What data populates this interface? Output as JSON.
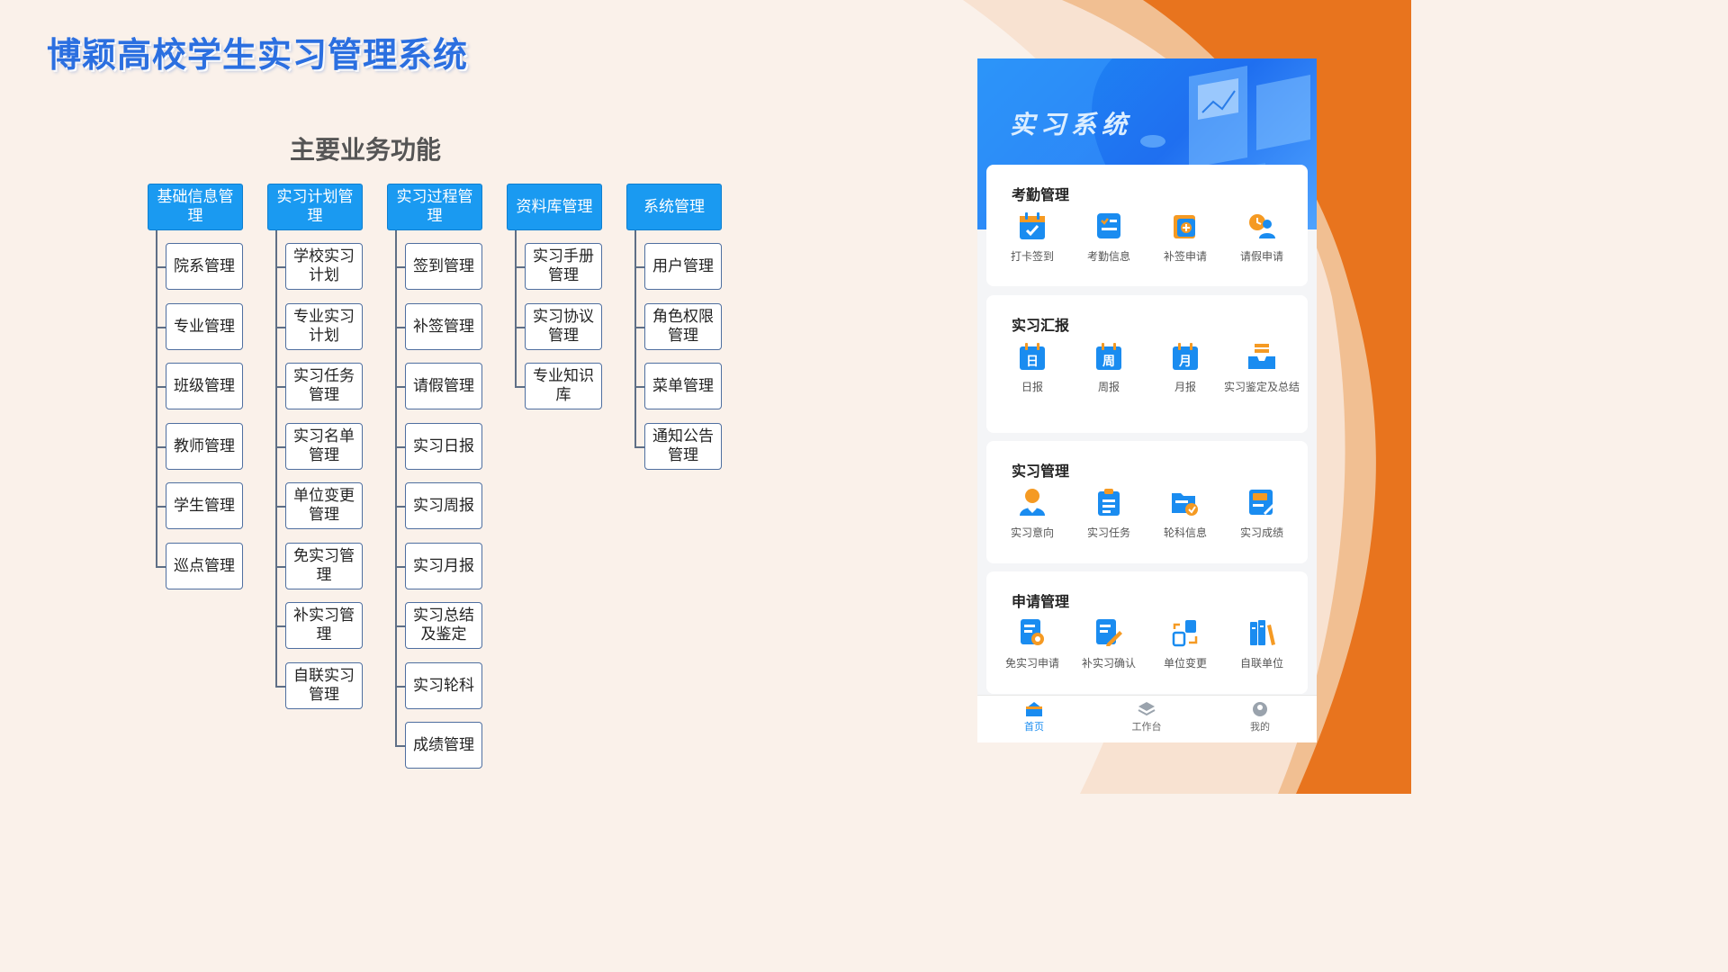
{
  "page": {
    "title": "博颖高校学生实习管理系统",
    "subtitle": "主要业务功能"
  },
  "tree": [
    {
      "head": "基础信息管理",
      "items": [
        "院系管理",
        "专业管理",
        "班级管理",
        "教师管理",
        "学生管理",
        "巡点管理"
      ]
    },
    {
      "head": "实习计划管理",
      "items": [
        "学校实习计划",
        "专业实习计划",
        "实习任务管理",
        "实习名单管理",
        "单位变更管理",
        "免实习管理",
        "补实习管理",
        "自联实习管理"
      ]
    },
    {
      "head": "实习过程管理",
      "items": [
        "签到管理",
        "补签管理",
        "请假管理",
        "实习日报",
        "实习周报",
        "实习月报",
        "实习总结及鉴定",
        "实习轮科",
        "成绩管理"
      ]
    },
    {
      "head": "资料库管理",
      "items": [
        "实习手册管理",
        "实习协议管理",
        "专业知识库"
      ]
    },
    {
      "head": "系统管理",
      "items": [
        "用户管理",
        "角色权限管理",
        "菜单管理",
        "通知公告管理"
      ]
    }
  ],
  "phone": {
    "banner_title": "实习系统",
    "sections": [
      {
        "title": "考勤管理",
        "items": [
          {
            "label": "打卡签到",
            "icon": "calendar-check-icon"
          },
          {
            "label": "考勤信息",
            "icon": "checklist-icon"
          },
          {
            "label": "补签申请",
            "icon": "add-document-icon"
          },
          {
            "label": "请假申请",
            "icon": "person-clock-icon"
          }
        ]
      },
      {
        "title": "实习汇报",
        "items": [
          {
            "label": "日报",
            "icon": "calendar-day-icon",
            "glyph": "日"
          },
          {
            "label": "周报",
            "icon": "calendar-week-icon",
            "glyph": "周"
          },
          {
            "label": "月报",
            "icon": "calendar-month-icon",
            "glyph": "月"
          },
          {
            "label": "实习鉴定及总结",
            "icon": "inbox-tray-icon"
          }
        ]
      },
      {
        "title": "实习管理",
        "items": [
          {
            "label": "实习意向",
            "icon": "person-heart-icon"
          },
          {
            "label": "实习任务",
            "icon": "clipboard-icon"
          },
          {
            "label": "轮科信息",
            "icon": "folder-rotate-icon"
          },
          {
            "label": "实习成绩",
            "icon": "score-edit-icon"
          }
        ]
      },
      {
        "title": "申请管理",
        "items": [
          {
            "label": "免实习申请",
            "icon": "document-badge-icon"
          },
          {
            "label": "补实习确认",
            "icon": "document-pen-icon"
          },
          {
            "label": "单位变更",
            "icon": "swap-icon"
          },
          {
            "label": "自联单位",
            "icon": "books-icon"
          }
        ]
      }
    ],
    "tabs": [
      {
        "label": "首页",
        "icon": "home-icon",
        "active": true
      },
      {
        "label": "工作台",
        "icon": "layers-icon",
        "active": false
      },
      {
        "label": "我的",
        "icon": "user-icon",
        "active": false
      }
    ]
  },
  "colors": {
    "accent": "#1a9af1",
    "title": "#2b6fe0",
    "orange": "#e8741e",
    "icon_blue": "#1a8cf0",
    "icon_orange": "#f59a23"
  }
}
